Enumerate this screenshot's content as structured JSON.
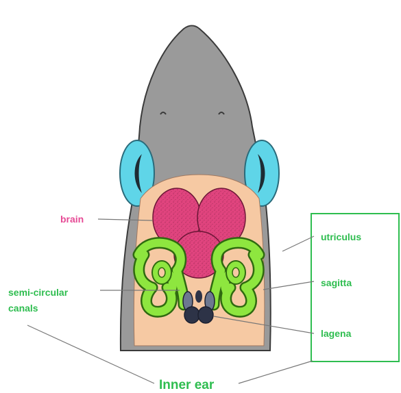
{
  "labels": {
    "brain": "brain",
    "semi_circular_line1": "semi-circular",
    "semi_circular_line2": "canals",
    "utriculus": "utriculus",
    "sagitta": "sagitta",
    "lagena": "lagena",
    "inner_ear": "Inner ear"
  },
  "colors": {
    "head_gray": "#9a9a9a",
    "outline": "#3a3a3a",
    "skin_peach": "#f6c9a3",
    "brain_pink": "#e0447e",
    "ear_green": "#8ee63f",
    "ear_outline": "#2f6a10",
    "eye_cyan": "#5fd5e8",
    "otolith_dark": "#2d3347",
    "label_green": "#2ebd4f",
    "label_pink": "#e64a95",
    "leader_gray": "#777777"
  }
}
